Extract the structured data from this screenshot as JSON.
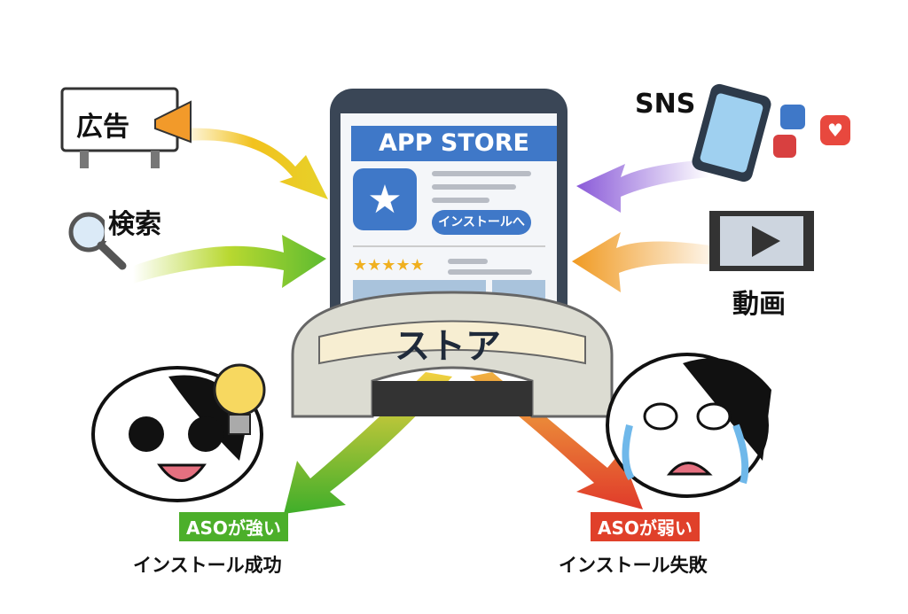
{
  "sources": {
    "ad": "広告",
    "search": "検索",
    "sns": "SNS",
    "video": "動画"
  },
  "phone": {
    "store_title": "APP STORE",
    "install_button": "インストールへ",
    "rating_stars": 5
  },
  "gate_label": "ストア",
  "outcomes": {
    "success": {
      "badge": "ASOが強い",
      "label": "インストール成功",
      "color": "#4caf2a"
    },
    "failure": {
      "badge": "ASOが弱い",
      "label": "インストール失敗",
      "color": "#e0402a"
    }
  }
}
